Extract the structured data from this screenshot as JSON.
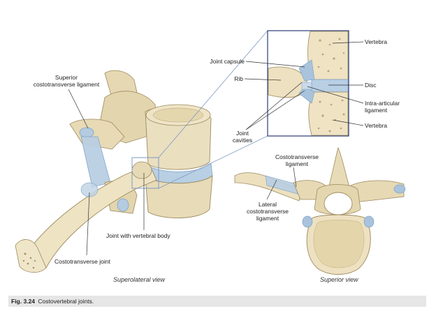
{
  "labels": {
    "superior_costotransverse": [
      "Superior",
      "costotransverse ligament"
    ],
    "joint_capsule": "Joint capsule",
    "rib": "Rib",
    "joint_cavities": [
      "Joint",
      "cavities"
    ],
    "vertebra_top": "Vertebra",
    "disc": "Disc",
    "intra_articular": [
      "Intra-articular",
      "ligament"
    ],
    "vertebra_bottom": "Vertebra",
    "costotransverse_ligament": [
      "Costotransverse",
      "ligament"
    ],
    "lateral_costotransverse": [
      "Lateral",
      "costotransverse",
      "ligament"
    ],
    "joint_with_vertebral_body": "Joint with vertebral body",
    "costotransverse_joint": "Costotransverse joint"
  },
  "views": {
    "superolateral": "Superolateral view",
    "superior": "Superior view"
  },
  "caption": {
    "number": "Fig. 3.24",
    "text": "Costovertebral joints."
  },
  "colors": {
    "bone": "#ece0bf",
    "bone_shadow": "#d4c295",
    "bone_dark": "#b8a474",
    "ligament": "#a9c3dc",
    "ligament_dark": "#7fa3c6",
    "inset_border": "#2a3d7a",
    "leader_line": "#333333",
    "caption_bg": "#e6e6e6"
  }
}
